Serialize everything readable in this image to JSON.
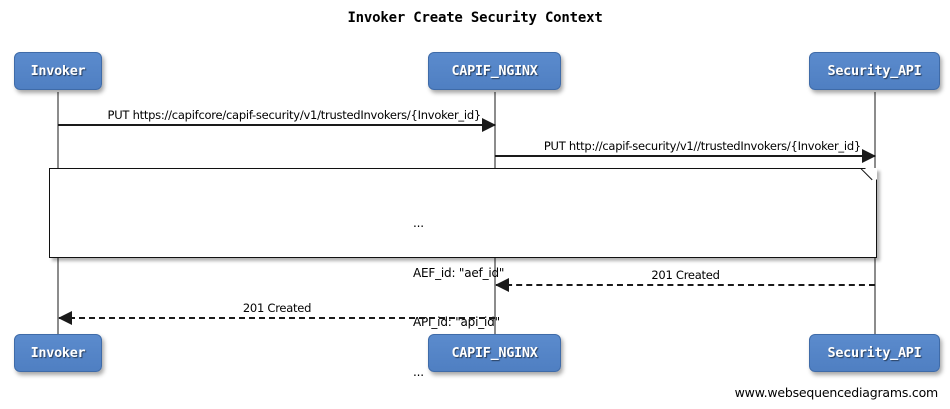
{
  "diagram": {
    "title": "Invoker Create Security Context",
    "footer": "www.websequencediagrams.com",
    "colors": {
      "participant_fill": "#4f7fc2",
      "participant_border": "#3f6ba8",
      "participant_text": "#ffffff",
      "lifeline": "#8c8c8c",
      "message_line": "#1a1a1a",
      "note_fill": "#ffffff",
      "note_border": "#111111",
      "background": "#ffffff"
    }
  },
  "participants": [
    {
      "id": "invoker",
      "label": "Invoker"
    },
    {
      "id": "capif_nginx",
      "label": "CAPIF_NGINX"
    },
    {
      "id": "security_api",
      "label": "Security_API"
    }
  ],
  "messages": [
    {
      "id": "msg1",
      "label": "PUT https://capifcore/capif-security/v1/trustedInvokers/{Invoker_id}",
      "from": "invoker",
      "to": "capif_nginx",
      "style": "solid",
      "direction": "right"
    },
    {
      "id": "msg2",
      "label": "PUT http://capif-security/v1//trustedInvokers/{Invoker_id}",
      "from": "capif_nginx",
      "to": "security_api",
      "style": "solid",
      "direction": "right"
    },
    {
      "id": "msg3",
      "label": "201 Created",
      "from": "security_api",
      "to": "capif_nginx",
      "style": "dashed",
      "direction": "left"
    },
    {
      "id": "msg4",
      "label": "201 Created",
      "from": "capif_nginx",
      "to": "invoker",
      "style": "dashed",
      "direction": "left"
    }
  ],
  "note": {
    "lines": [
      "...",
      "AEF_id: \"aef_id\"",
      "API_id: \"api_id\"",
      "..."
    ]
  }
}
